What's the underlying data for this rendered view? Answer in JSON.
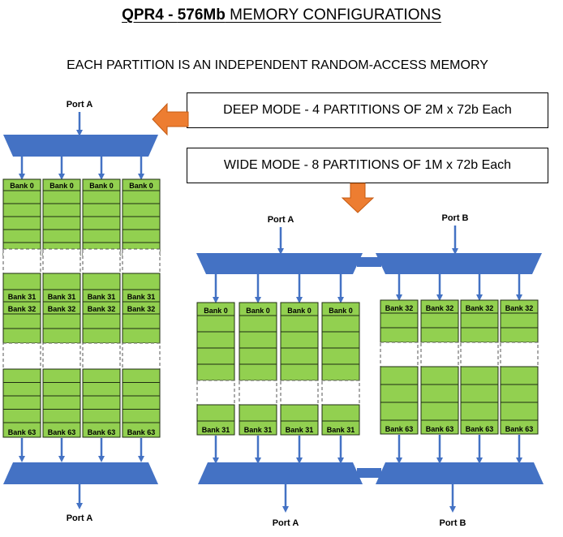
{
  "title": {
    "prefix": "QPR4 - ",
    "bold": "576Mb",
    "rest": " MEMORY CONFIGURATIONS"
  },
  "subtitle": "EACH PARTITION IS AN INDEPENDENT RANDOM-ACCESS MEMORY",
  "callouts": {
    "deep": "DEEP MODE - 4 PARTITIONS OF 2M x 72b Each",
    "wide": "WIDE MODE - 8 PARTITIONS OF 1M x 72b Each"
  },
  "ports": {
    "a": "Port A",
    "b": "Port B"
  },
  "banks": {
    "b0": "Bank 0",
    "b31": "Bank 31",
    "b32": "Bank 32",
    "b63": "Bank 63"
  },
  "colors": {
    "blue": "#4472C4",
    "green": "#92D050",
    "orange": "#ED7D31",
    "cell_border": "#1F2D12"
  }
}
